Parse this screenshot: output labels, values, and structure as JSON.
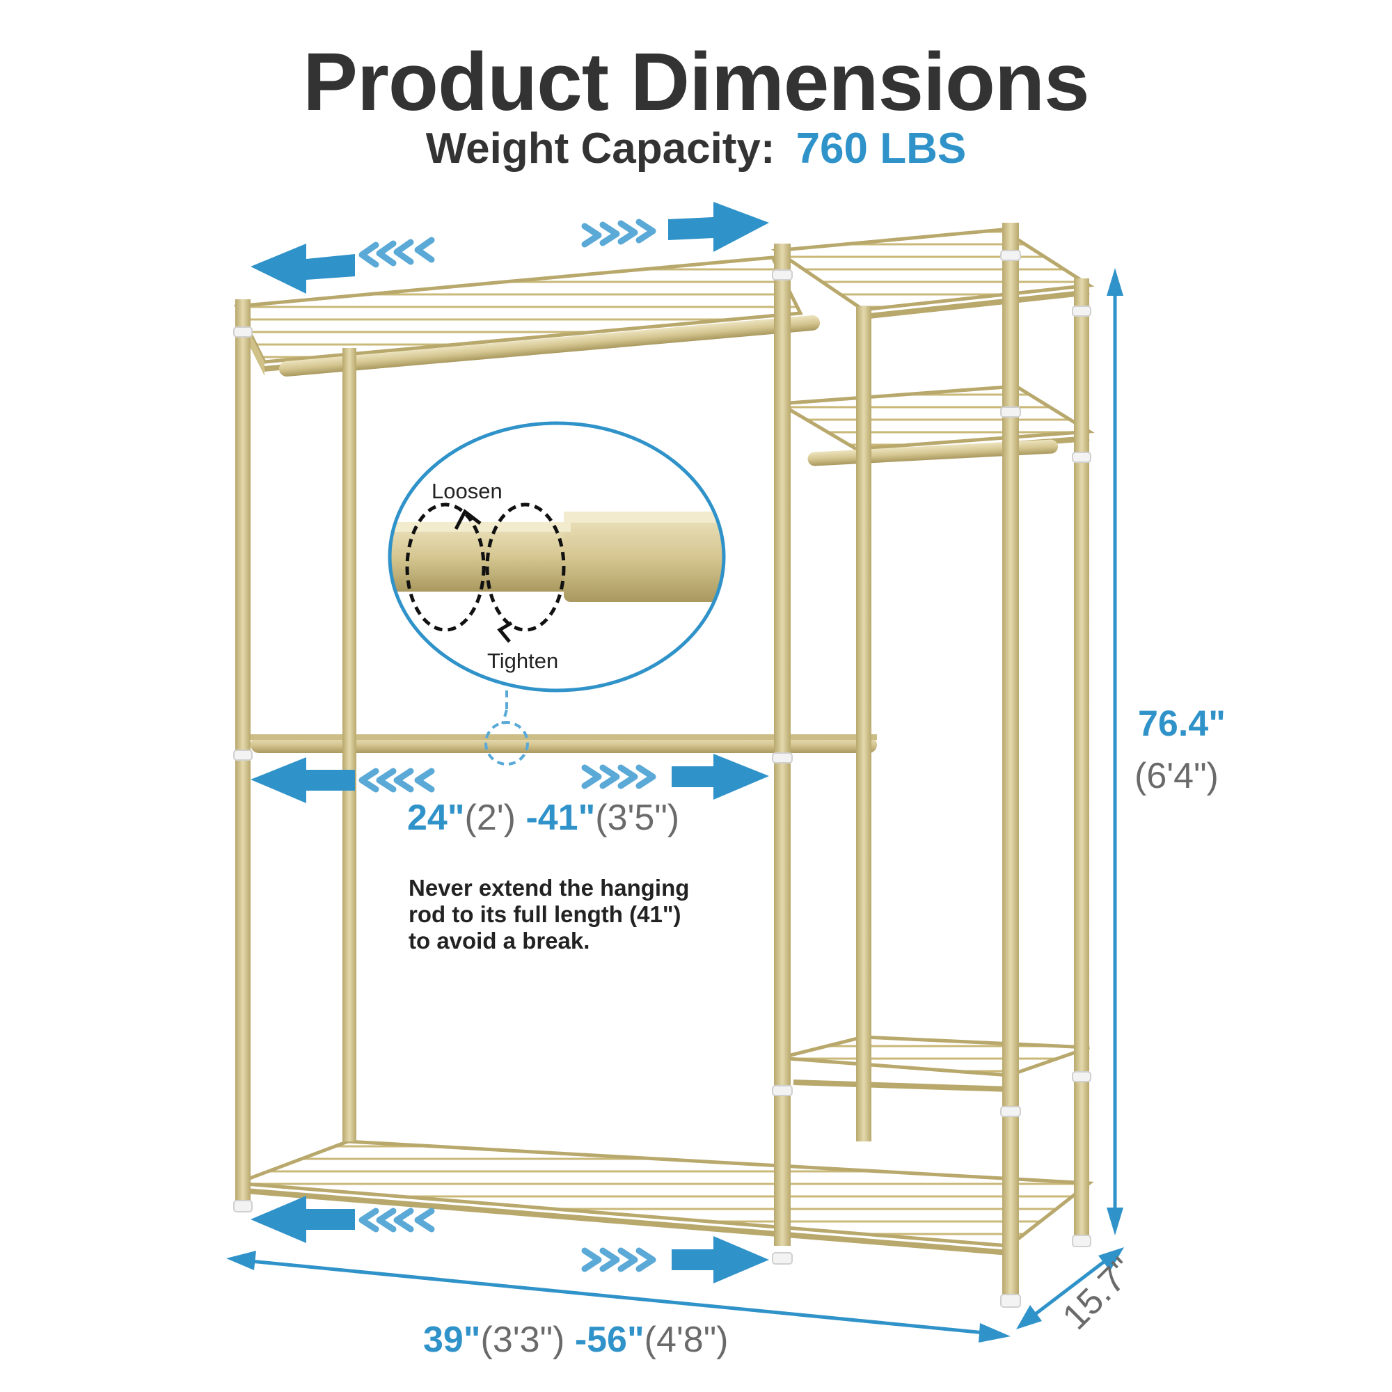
{
  "title": "Product Dimensions",
  "weight_label": "Weight Capacity:",
  "weight_value": "760 LBS",
  "callout": {
    "loosen": "Loosen",
    "tighten": "Tighten"
  },
  "rod_dimension": {
    "min": "24\"",
    "min_ft": "(2')",
    "max": "-41\"",
    "max_ft": "(3'5\")"
  },
  "width_dimension": {
    "min": "39\"",
    "min_ft": "(3'3\")",
    "max": "-56\"",
    "max_ft": "(4'8\")"
  },
  "height_dimension": {
    "value": "76.4\"",
    "ft": "(6'4\")"
  },
  "depth_dimension": {
    "value": "15.7\""
  },
  "warning_lines": [
    "Never extend the hanging",
    "rod to its full length (41\")",
    "to avoid a break."
  ],
  "colors": {
    "accent": "#2f92c9",
    "frame": "#d8cb99",
    "frame_dark": "#b8a86c",
    "text": "#333333"
  }
}
